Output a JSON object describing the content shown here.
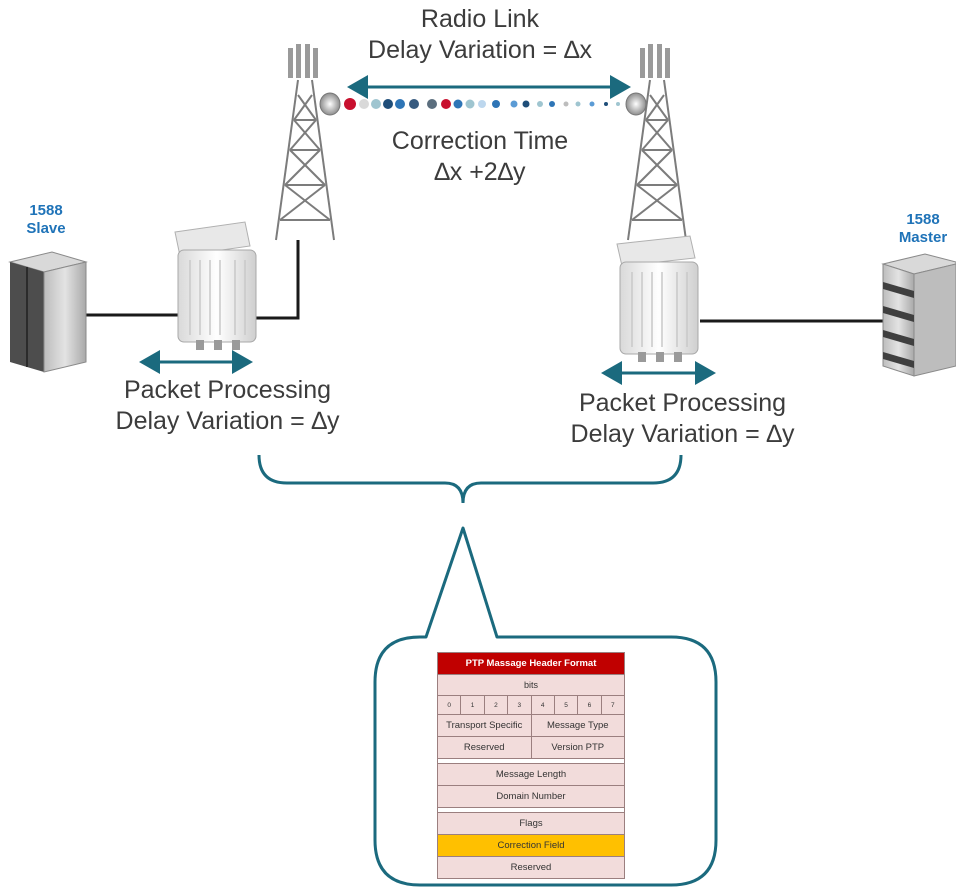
{
  "radio_link": {
    "line1": "Radio Link",
    "line2": "Delay Variation = ∆x"
  },
  "correction": {
    "line1": "Correction Time",
    "line2": "∆x +2∆y"
  },
  "slave": {
    "line1": "1588",
    "line2": "Slave"
  },
  "master": {
    "line1": "1588",
    "line2": "Master"
  },
  "left_processing": {
    "line1": "Packet Processing",
    "line2": "Delay Variation = ∆y"
  },
  "right_processing": {
    "line1": "Packet Processing",
    "line2": "Delay Variation = ∆y"
  },
  "ptp_header": {
    "title": "PTP Massage Header Format",
    "bits_label": "bits",
    "bit_numbers": [
      "0",
      "1",
      "2",
      "3",
      "4",
      "5",
      "6",
      "7"
    ],
    "transport_specific": "Transport Specific",
    "message_type": "Message Type",
    "reserved_top": "Reserved",
    "version_ptp": "Version PTP",
    "message_length": "Message Length",
    "domain_number": "Domain Number",
    "flags": "Flags",
    "correction_field": "Correction Field",
    "reserved_bottom": "Reserved"
  },
  "colors": {
    "arrow": "#1b6a7e",
    "node_label": "#1f73b8",
    "title_bar": "#c00000",
    "highlight": "#ffc000",
    "cell": "#f2dcdb"
  }
}
